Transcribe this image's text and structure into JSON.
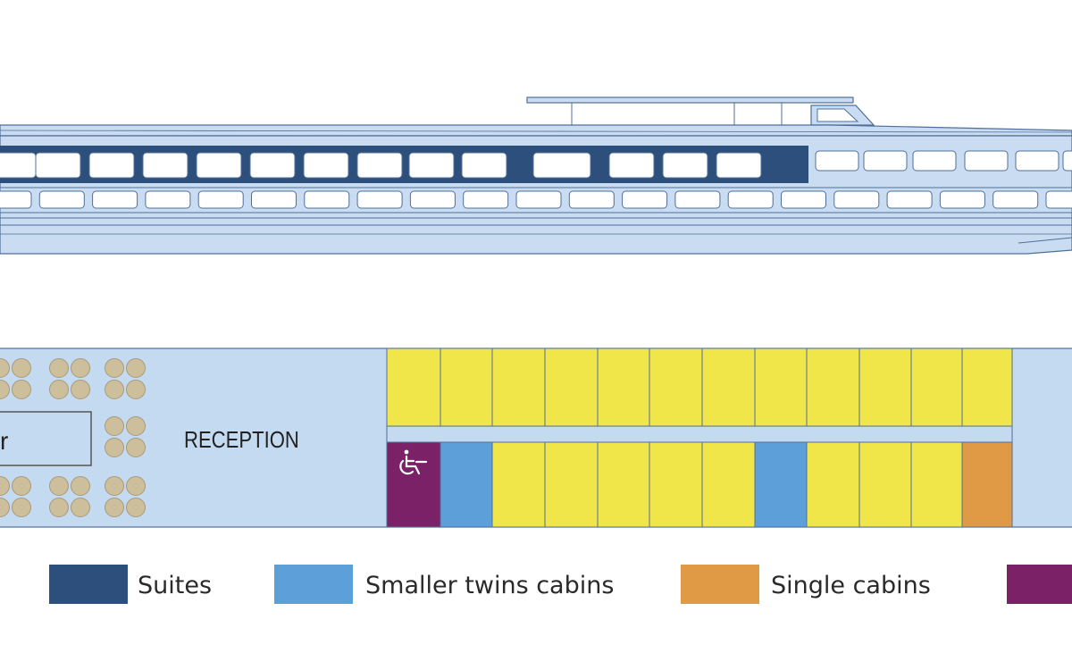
{
  "colors": {
    "hull_light": "#c9dcf1",
    "hull_stroke": "#4f6f9a",
    "navy": "#2d4f7c",
    "deck_bg": "#c4daf1",
    "standard_cabin": "#f0e64a",
    "smaller_twin": "#5d9fd9",
    "single": "#e09a45",
    "accessible": "#7a2168",
    "table": "#cdbf9c",
    "table_stroke": "#a89a78"
  },
  "deck_plan": {
    "bar_label": "r",
    "reception_label": "RECEPTION",
    "accessible_icon": "wheelchair-icon",
    "top_row_cabins": [
      "standard",
      "standard",
      "standard",
      "standard",
      "standard",
      "standard",
      "standard",
      "standard",
      "standard",
      "standard",
      "standard",
      "standard"
    ],
    "bottom_row_cabins": [
      "accessible",
      "smaller_twin",
      "standard",
      "standard",
      "standard",
      "standard",
      "standard",
      "smaller_twin",
      "standard",
      "standard",
      "single"
    ]
  },
  "legend": [
    {
      "label": "Suites",
      "color": "#2d4f7c"
    },
    {
      "label": "Smaller twins cabins",
      "color": "#5d9fd9"
    },
    {
      "label": "Single cabins",
      "color": "#e09a45"
    },
    {
      "label": "",
      "color": "#7a2168"
    }
  ]
}
